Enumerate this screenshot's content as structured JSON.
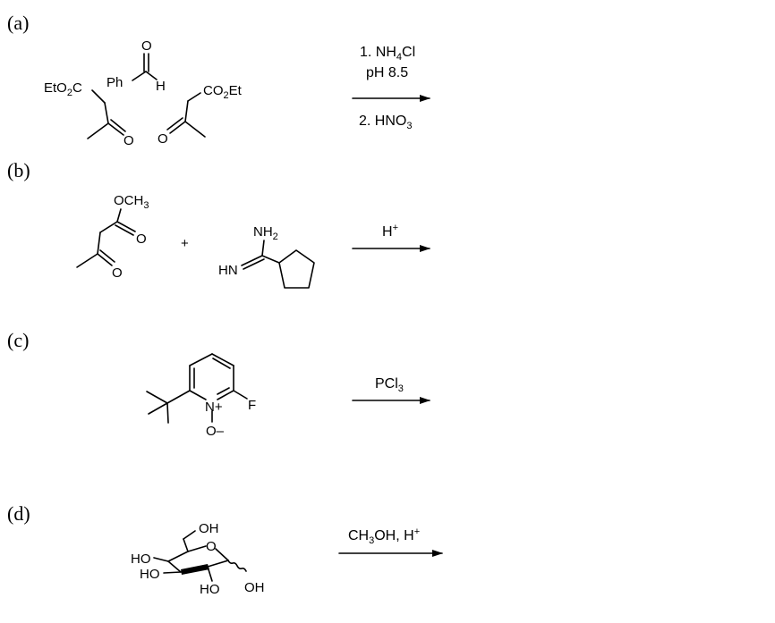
{
  "diagram": {
    "panel_a": {
      "label": "(a)",
      "reagent_line1_prefix": "1. NH",
      "reagent_line1_sub": "4",
      "reagent_line1_suffix": "Cl",
      "reagent_line2": "pH 8.5",
      "reagent_line3_prefix": "2. HNO",
      "reagent_line3_sub": "3",
      "atoms": {
        "eto2c_a": "EtO",
        "eto2c_sub": "2",
        "eto2c_b": "C",
        "ph": "Ph",
        "h": "H",
        "co2et_a": "CO",
        "co2et_sub": "2",
        "co2et_b": "Et",
        "o_ald": "O",
        "o_left": "O",
        "o_right": "O"
      }
    },
    "panel_b": {
      "label": "(b)",
      "plus": "+",
      "reagent_prefix": "H",
      "reagent_sup": "+",
      "atoms": {
        "och3_a": "OCH",
        "och3_sub": "3",
        "o_ester": "O",
        "o_ketone": "O",
        "nh2_a": "NH",
        "nh2_sub": "2",
        "hn": "HN"
      }
    },
    "panel_c": {
      "label": "(c)",
      "reagent_prefix": "PCl",
      "reagent_sub": "3",
      "atoms": {
        "n_plus": "N+",
        "o_minus": "O–",
        "f": "F"
      }
    },
    "panel_d": {
      "label": "(d)",
      "reagent_prefix": "CH",
      "reagent_sub": "3",
      "reagent_mid": "OH, H",
      "reagent_sup": "+",
      "atoms": {
        "oh_top": "OH",
        "o_ring": "O",
        "ho_1": "HO",
        "ho_2": "HO",
        "ho_3": "HO",
        "oh_anomeric": "OH"
      }
    }
  }
}
